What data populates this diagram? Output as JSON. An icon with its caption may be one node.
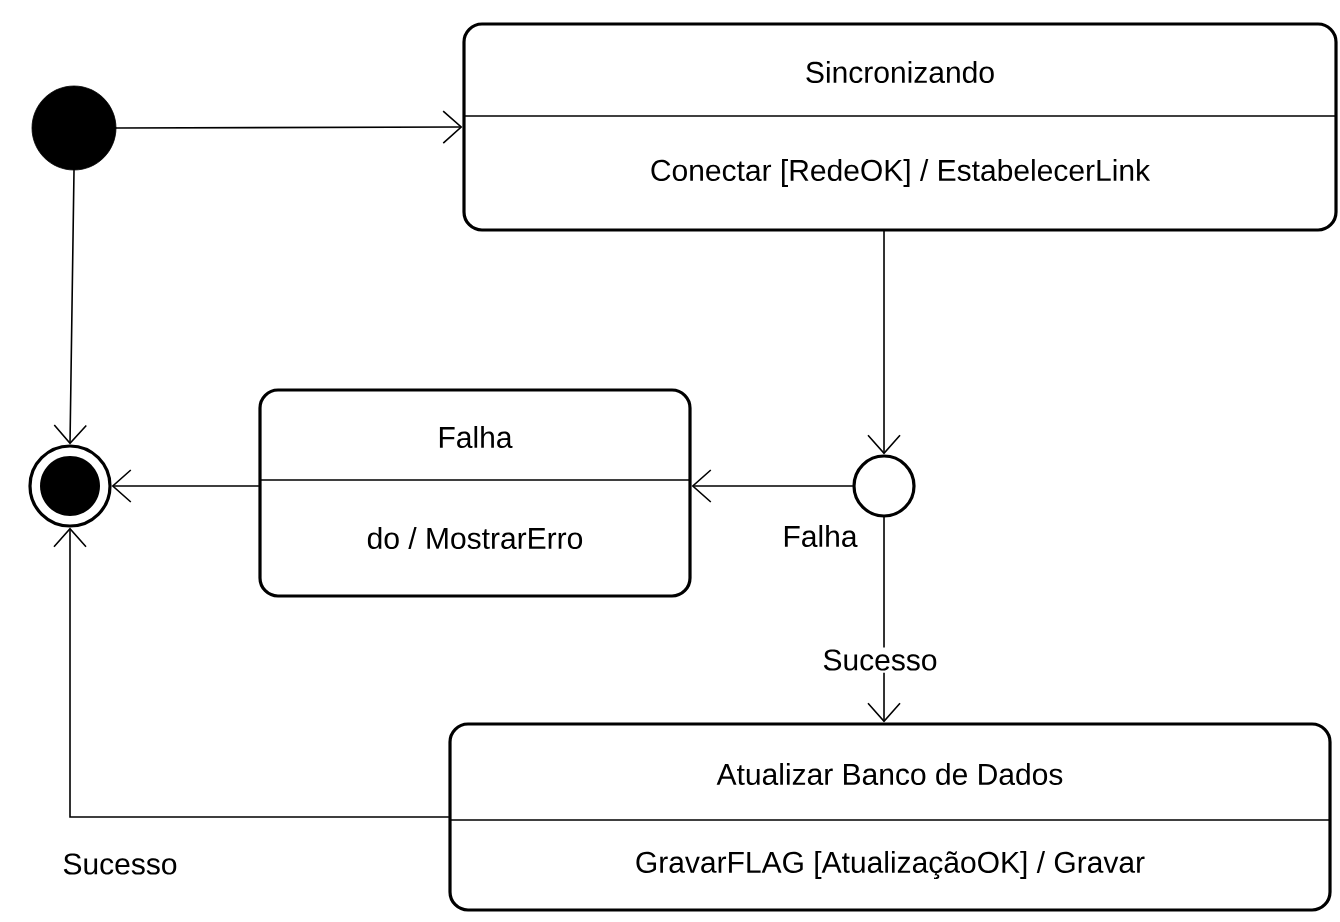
{
  "diagram": {
    "nodes": [
      {
        "text": [],
        "shape": "dot"
      },
      {
        "text": [
          "Sincronizando",
          "Conectar [RedeOK] / EstabelecerLink"
        ]
      },
      {
        "text": [],
        "shape": "circle"
      },
      {
        "text": [
          "Falha",
          "do / MostrarErro"
        ]
      },
      {
        "text": [],
        "shape": "bullseye"
      },
      {
        "text": [
          "Atualizar Banco de Dados",
          "GravarFLAG [AtualizaçãoOK] / Gravar"
        ]
      }
    ],
    "edges": [
      {
        "from": 0,
        "to": 1,
        "arrow": "to"
      },
      {
        "from": 0,
        "to": 4,
        "arrow": "to"
      },
      {
        "from": 1,
        "to": 2,
        "arrow": "to"
      },
      {
        "from": 2,
        "to": 3,
        "arrow": "to",
        "label": "Falha"
      },
      {
        "from": 3,
        "to": 4,
        "arrow": "to"
      },
      {
        "from": 2,
        "to": 5,
        "arrow": "to",
        "label": "Sucesso"
      },
      {
        "from": 5,
        "to": 4,
        "arrow": "to",
        "label": "Sucesso"
      }
    ]
  }
}
